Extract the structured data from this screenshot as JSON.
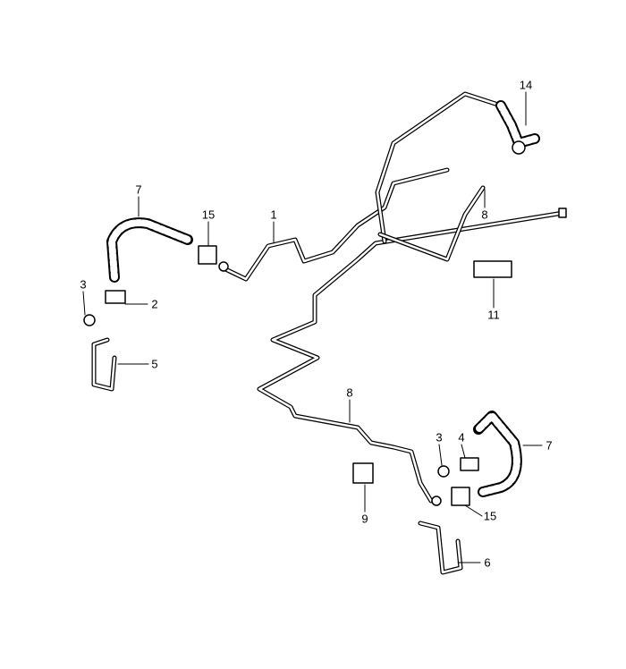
{
  "diagram": {
    "colors": {
      "ink": "#000000",
      "background": "#ffffff"
    },
    "callouts": [
      {
        "id": "c14",
        "text": "14"
      },
      {
        "id": "c7a",
        "text": "7"
      },
      {
        "id": "c15a",
        "text": "15"
      },
      {
        "id": "c1",
        "text": "1"
      },
      {
        "id": "c8a",
        "text": "8"
      },
      {
        "id": "c3a",
        "text": "3"
      },
      {
        "id": "c2",
        "text": "2"
      },
      {
        "id": "c11",
        "text": "11"
      },
      {
        "id": "c5",
        "text": "5"
      },
      {
        "id": "c8b",
        "text": "8"
      },
      {
        "id": "c3b",
        "text": "3"
      },
      {
        "id": "c4",
        "text": "4"
      },
      {
        "id": "c7b",
        "text": "7"
      },
      {
        "id": "c9",
        "text": "9"
      },
      {
        "id": "c15b",
        "text": "15"
      },
      {
        "id": "c6",
        "text": "6"
      }
    ]
  }
}
